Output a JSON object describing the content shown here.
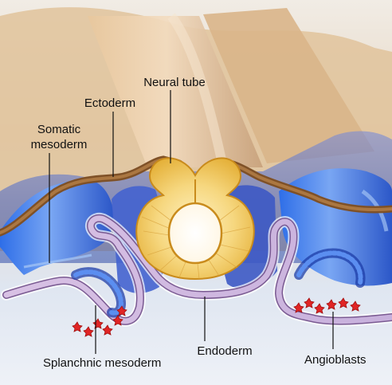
{
  "diagram": {
    "labels": {
      "neural_tube": "Neural tube",
      "ectoderm": "Ectoderm",
      "somatic_mesoderm_line1": "Somatic",
      "somatic_mesoderm_line2": "mesoderm",
      "endoderm": "Endoderm",
      "splanchnic_mesoderm": "Splanchnic mesoderm",
      "angioblasts": "Angioblasts"
    },
    "colors": {
      "ectoderm": "#8a5a2b",
      "neural_tube": "#f2cf6d",
      "mesoderm": "#4b6fd8",
      "endoderm": "#cdb3dc",
      "angioblasts": "#e22b2b",
      "background_sky": "#dbe6f2",
      "background_body": "#d8b98a"
    }
  }
}
